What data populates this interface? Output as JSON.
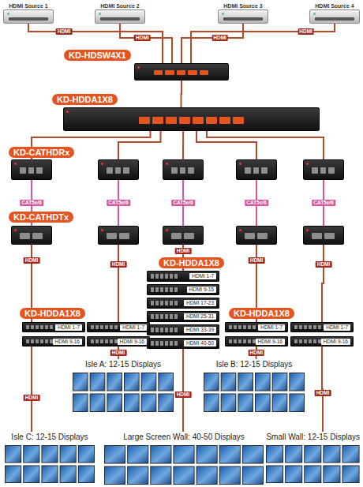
{
  "diagram": {
    "nodes": [
      {
        "text": [
          "HDMI Source 1"
        ]
      },
      {
        "text": [
          "HDMI Source 2"
        ]
      },
      {
        "text": [
          "HDMI Source 3"
        ]
      },
      {
        "text": [
          "HDMI Source 4"
        ]
      },
      {
        "text": [
          "KD-HDSW4X1"
        ]
      },
      {
        "text": [
          "KD-HDDA1X8"
        ]
      },
      {
        "text": [
          "KD-CATHDRx"
        ]
      },
      {
        "text": []
      },
      {
        "text": []
      },
      {
        "text": []
      },
      {
        "text": []
      },
      {
        "text": [
          "KD-CATHDTx"
        ]
      },
      {
        "text": []
      },
      {
        "text": []
      },
      {
        "text": []
      },
      {
        "text": []
      },
      {
        "text": [
          "KD-HDDA1X8",
          "HDMI 1-7"
        ]
      },
      {
        "text": [
          "HDMI 9-15"
        ]
      },
      {
        "text": [
          "HDMI 17-23"
        ]
      },
      {
        "text": [
          "HDMI 25-31"
        ]
      },
      {
        "text": [
          "HDMI 33-39"
        ]
      },
      {
        "text": [
          "HDMI 40-50"
        ]
      },
      {
        "text": [
          "KD-HDDA1X8",
          "HDMI 1-7"
        ]
      },
      {
        "text": [
          "HDMI 9-16"
        ]
      },
      {
        "text": [
          "HDMI 1-7"
        ]
      },
      {
        "text": [
          "HDMI 9-16"
        ]
      },
      {
        "text": [
          "KD-HDDA1X8",
          "HDMI 1-7"
        ]
      },
      {
        "text": [
          "HDMI 9-16"
        ]
      },
      {
        "text": [
          "HDMI 1-7"
        ]
      },
      {
        "text": [
          "HDMI 9-16"
        ]
      },
      {
        "text": [
          "Isle A: 12-15 Displays"
        ]
      },
      {
        "text": [
          "Isle B: 12-15 Displays"
        ]
      },
      {
        "text": [
          "Isle C: 12-15 Displays"
        ]
      },
      {
        "text": [
          "Large Screen Wall: 40-50 Displays"
        ]
      },
      {
        "text": [
          "Small Wall: 12-15 Displays"
        ]
      }
    ],
    "edges": [
      {
        "from": 0,
        "to": 4,
        "label": "HDMI",
        "arrow": "none"
      },
      {
        "from": 1,
        "to": 4,
        "label": "HDMI",
        "arrow": "none"
      },
      {
        "from": 2,
        "to": 4,
        "label": "HDMI",
        "arrow": "none"
      },
      {
        "from": 3,
        "to": 4,
        "label": "HDMI",
        "arrow": "none"
      },
      {
        "from": 4,
        "to": 5,
        "arrow": "none"
      },
      {
        "from": 5,
        "to": 6,
        "arrow": "none"
      },
      {
        "from": 5,
        "to": 7,
        "arrow": "none"
      },
      {
        "from": 5,
        "to": 8,
        "arrow": "none"
      },
      {
        "from": 5,
        "to": 9,
        "arrow": "none"
      },
      {
        "from": 5,
        "to": 10,
        "arrow": "none"
      },
      {
        "from": 6,
        "to": 11,
        "label": "CAT5e/6",
        "arrow": "none"
      },
      {
        "from": 7,
        "to": 12,
        "label": "CAT5e/6",
        "arrow": "none"
      },
      {
        "from": 8,
        "to": 13,
        "label": "CAT5e/6",
        "arrow": "none"
      },
      {
        "from": 9,
        "to": 14,
        "label": "CAT5e/6",
        "arrow": "none"
      },
      {
        "from": 10,
        "to": 15,
        "label": "CAT5e/6",
        "arrow": "none"
      },
      {
        "from": 11,
        "to": 22,
        "label": "HDMI",
        "arrow": "none"
      },
      {
        "from": 12,
        "to": 24,
        "label": "HDMI",
        "arrow": "none"
      },
      {
        "from": 13,
        "to": 16,
        "label": "HDMI",
        "arrow": "none"
      },
      {
        "from": 14,
        "to": 26,
        "label": "HDMI",
        "arrow": "none"
      },
      {
        "from": 15,
        "to": 28,
        "label": "HDMI",
        "arrow": "none"
      },
      {
        "from": 23,
        "to": 32,
        "label": "HDMI",
        "arrow": "none"
      },
      {
        "from": 25,
        "to": 30,
        "label": "HDMI",
        "arrow": "none"
      },
      {
        "from": 21,
        "to": 33,
        "label": "HDMI",
        "arrow": "none"
      },
      {
        "from": 27,
        "to": 31,
        "label": "HDMI",
        "arrow": "none"
      },
      {
        "from": 29,
        "to": 34,
        "label": "HDMI",
        "arrow": "none"
      }
    ]
  }
}
